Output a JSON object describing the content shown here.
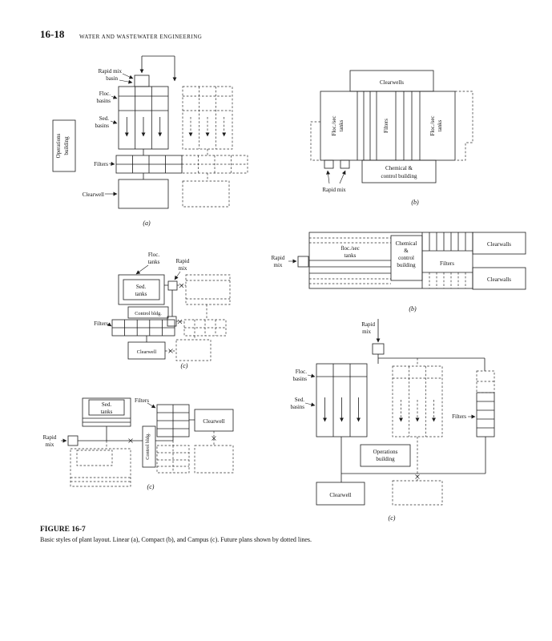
{
  "page": {
    "number": "16-18",
    "running_head": "WATER AND WASTEWATER ENGINEERING"
  },
  "figure": {
    "label": "FIGURE 16-7",
    "caption": "Basic styles of plant layout. Linear (a), Compact (b), and Campus (c). Future plans shown by dotted lines."
  },
  "colors": {
    "ink": "#111111",
    "line": "#1c1c1c"
  },
  "panel_a": {
    "tag": "(a)",
    "rapid_mix_line1": "Rapid mix",
    "rapid_mix_line2": "basin",
    "floc_line1": "Floc.",
    "floc_line2": "basins",
    "sed_line1": "Sed.",
    "sed_line2": "basins",
    "ops_line1": "Operations",
    "ops_line2": "building",
    "filters": "Filters",
    "clearwell": "Clearwell"
  },
  "panel_b1": {
    "tag": "(b)",
    "clearwells": "Clearwells",
    "floc_sec_line1": "Floc./sec",
    "floc_sec_line2": "tanks",
    "filters": "Filters",
    "chem_line1": "Chemical &",
    "chem_line2": "control building",
    "rapid_mix": "Rapid mix"
  },
  "panel_b2": {
    "tag": "(b)",
    "rapid_line1": "Rapid",
    "rapid_line2": "mix",
    "floc_sec_line1": "floc./sec",
    "floc_sec_line2": "tanks",
    "chem_line1": "Chemical",
    "chem_line2": "&",
    "chem_line3": "control",
    "chem_line4": "building",
    "filters": "Filters",
    "clearwalls_top": "Clearwalls",
    "clearwalls_bottom": "Clearwalls"
  },
  "panel_c1": {
    "tag": "(c)",
    "floc_line1": "Floc.",
    "floc_line2": "tanks",
    "rapid_line1": "Rapid",
    "rapid_line2": "mix",
    "sed_line1": "Sed.",
    "sed_line2": "tanks",
    "control": "Control bldg.",
    "filters": "Filters",
    "clearwell": "Clearwell"
  },
  "panel_c2": {
    "tag": "(c)",
    "sed_line1": "Sed.",
    "sed_line2": "tanks",
    "filters": "Filters",
    "clearwell": "Clearwell",
    "rapid_line1": "Rapid",
    "rapid_line2": "mix",
    "control": "Control bldg."
  },
  "panel_c3": {
    "tag": "(c)",
    "rapid_line1": "Rapid",
    "rapid_line2": "mix",
    "floc_line1": "Floc.",
    "floc_line2": "basins",
    "sed_line1": "Sed.",
    "sed_line2": "basins",
    "filters": "Filters",
    "ops_line1": "Operations",
    "ops_line2": "building",
    "clearwell": "Clearwell"
  }
}
